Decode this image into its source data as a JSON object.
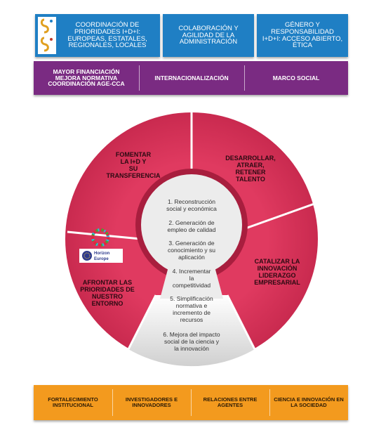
{
  "top_boxes": [
    {
      "text": "COORDINACIÓN DE PRIORIDADES I+D+I: EUROPEAS, ESTATALES, REGIONALES, LOCALES"
    },
    {
      "text": "COLABORACIÓN Y AGILIDAD DE LA ADMINISTRACIÓN"
    },
    {
      "text": "GÉNERO Y RESPONSABILIDAD I+D+I: ACCESO ABIERTO, ÉTICA"
    }
  ],
  "purple_bar": [
    {
      "text": "MAYOR FINANCIACIÓN MEJORA NORMATIVA COORDINACIÓN AGE-CCA"
    },
    {
      "text": "INTERNACIONALIZACIÓN"
    },
    {
      "text": "MARCO SOCIAL"
    }
  ],
  "wheel": {
    "segments": [
      {
        "lines": [
          "FOMENTAR",
          "LA I+D Y",
          "SU",
          "TRANSFERENCIA"
        ]
      },
      {
        "lines": [
          "DESARROLLAR,",
          "ATRAER,",
          "RETENER",
          "TALENTO"
        ]
      },
      {
        "lines": [
          "CATALIZAR LA",
          "INNOVACIÓN",
          "LIDERAZGO",
          "EMPRESARIAL"
        ]
      },
      {
        "lines": [
          "AFRONTAR LAS",
          "PRIORIDADES DE",
          "NUESTRO",
          "ENTORNO"
        ]
      }
    ],
    "center_items": [
      {
        "lines": [
          "1. Reconstrucción",
          "social y económica"
        ]
      },
      {
        "lines": [
          "2. Generación de",
          "empleo de calidad"
        ]
      },
      {
        "lines": [
          "3. Generación de",
          "conocimiento y su",
          "aplicación"
        ]
      },
      {
        "lines": [
          "4. Incrementar",
          "la",
          "competitividad"
        ]
      },
      {
        "lines": [
          "5. Simplificación",
          "normativa e",
          "incremento de",
          "recursos"
        ]
      },
      {
        "lines": [
          "6. Mejora del impacto",
          "social de la ciencia y",
          "la innovación"
        ]
      }
    ],
    "logo_text": [
      "Horizon",
      "Europe"
    ],
    "colors": {
      "segment": "#d42f56",
      "segment_dark": "#a81e3e",
      "center": "#ececec",
      "keyhole_bottom": "#d9d9d9"
    }
  },
  "orange_bar": [
    {
      "text": "FORTALECIMIENTO INSTITUCIONAL"
    },
    {
      "text": "INVESTIGADORES E INNOVADORES"
    },
    {
      "text": "RELACIONES ENTRE AGENTES"
    },
    {
      "text": "CIENCIA E INNOVACIÓN EN LA SOCIEDAD"
    }
  ]
}
